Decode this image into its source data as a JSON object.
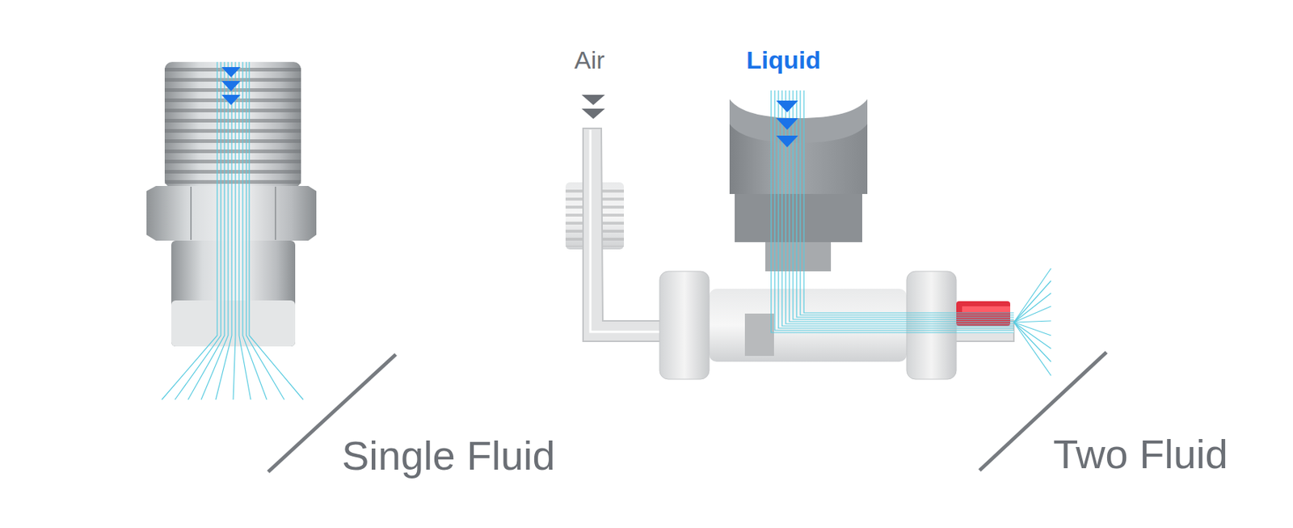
{
  "diagram": {
    "labels": [
      "Air",
      "Liquid",
      "Single Fluid",
      "Two Fluid"
    ]
  }
}
